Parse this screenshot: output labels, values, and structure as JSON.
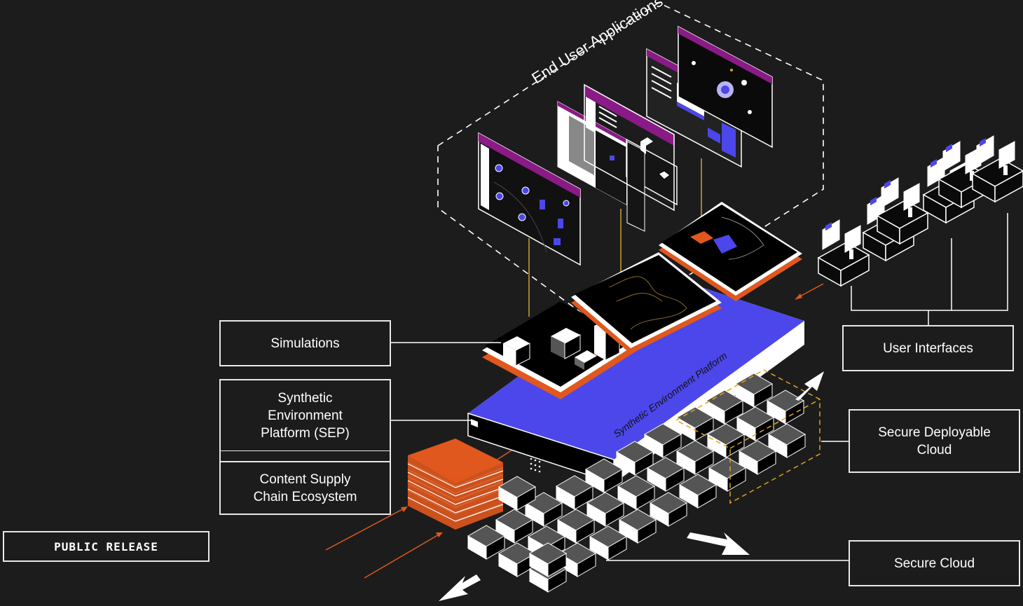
{
  "colors": {
    "background": "#1c1c1c",
    "platform_top": "#4c47ea",
    "accent_orange": "#e0581e",
    "accent_purple": "#8a1a85",
    "connector_gold": "#c9a23a",
    "line": "#e8e8e8"
  },
  "diagram": {
    "apps_label": "End User Applications",
    "platform_label": "Synthetic Environment Platform"
  },
  "labels": {
    "simulations": "Simulations",
    "sep": "Synthetic\nEnvironment\nPlatform (SEP)",
    "content_supply": "Content Supply\nChain Ecosystem",
    "user_interfaces": "User Interfaces",
    "secure_deployable_cloud": "Secure Deployable\nCloud",
    "secure_cloud": "Secure Cloud",
    "public_release": "PUBLIC RELEASE"
  },
  "icons": {
    "arrows": "arrow-icon",
    "server_cubes": "server-cube-icon"
  }
}
